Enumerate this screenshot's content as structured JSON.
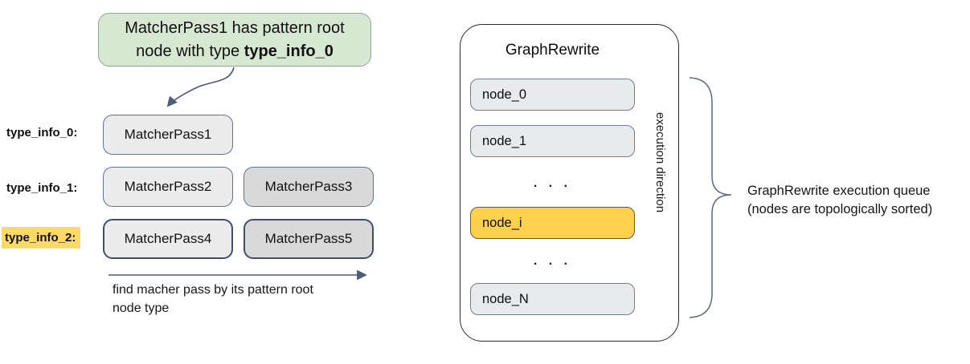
{
  "callout": {
    "line1": "MatcherPass1 has pattern root",
    "line2": "node with type",
    "line2_bold": "type_info_0"
  },
  "registry": {
    "rows": [
      {
        "label": "type_info_0:",
        "highlighted": false,
        "passes": [
          "MatcherPass1"
        ]
      },
      {
        "label": "type_info_1:",
        "highlighted": false,
        "passes": [
          "MatcherPass2",
          "MatcherPass3"
        ]
      },
      {
        "label": "type_info_2:",
        "highlighted": true,
        "passes": [
          "MatcherPass4",
          "MatcherPass5"
        ]
      }
    ],
    "axis_caption_line1": "find macher pass by its pattern root",
    "axis_caption_line2": "node type"
  },
  "graph_rewrite": {
    "title": "GraphRewrite",
    "direction_label": "execution direction",
    "items": [
      {
        "label": "node_0",
        "kind": "node",
        "highlighted": false
      },
      {
        "label": "node_1",
        "kind": "node",
        "highlighted": false
      },
      {
        "label": ". . .",
        "kind": "dots",
        "highlighted": false
      },
      {
        "label": "node_i",
        "kind": "node",
        "highlighted": true
      },
      {
        "label": ". . .",
        "kind": "dots",
        "highlighted": false
      },
      {
        "label": "node_N",
        "kind": "node",
        "highlighted": false
      }
    ]
  },
  "annotation": {
    "line1": "GraphRewrite execution queue",
    "line2": "(nodes are topologically sorted)"
  },
  "colors": {
    "callout_fill": "#d7e8d2",
    "label_highlight": "#ffd966",
    "node_highlight": "#fdd14b",
    "pass_box_light": "#ececec",
    "pass_box_dark": "#d9d9d9",
    "node_fill": "#e9eaec",
    "arrow_line": "#4d5d75",
    "strong_border": "#3f4f66"
  }
}
